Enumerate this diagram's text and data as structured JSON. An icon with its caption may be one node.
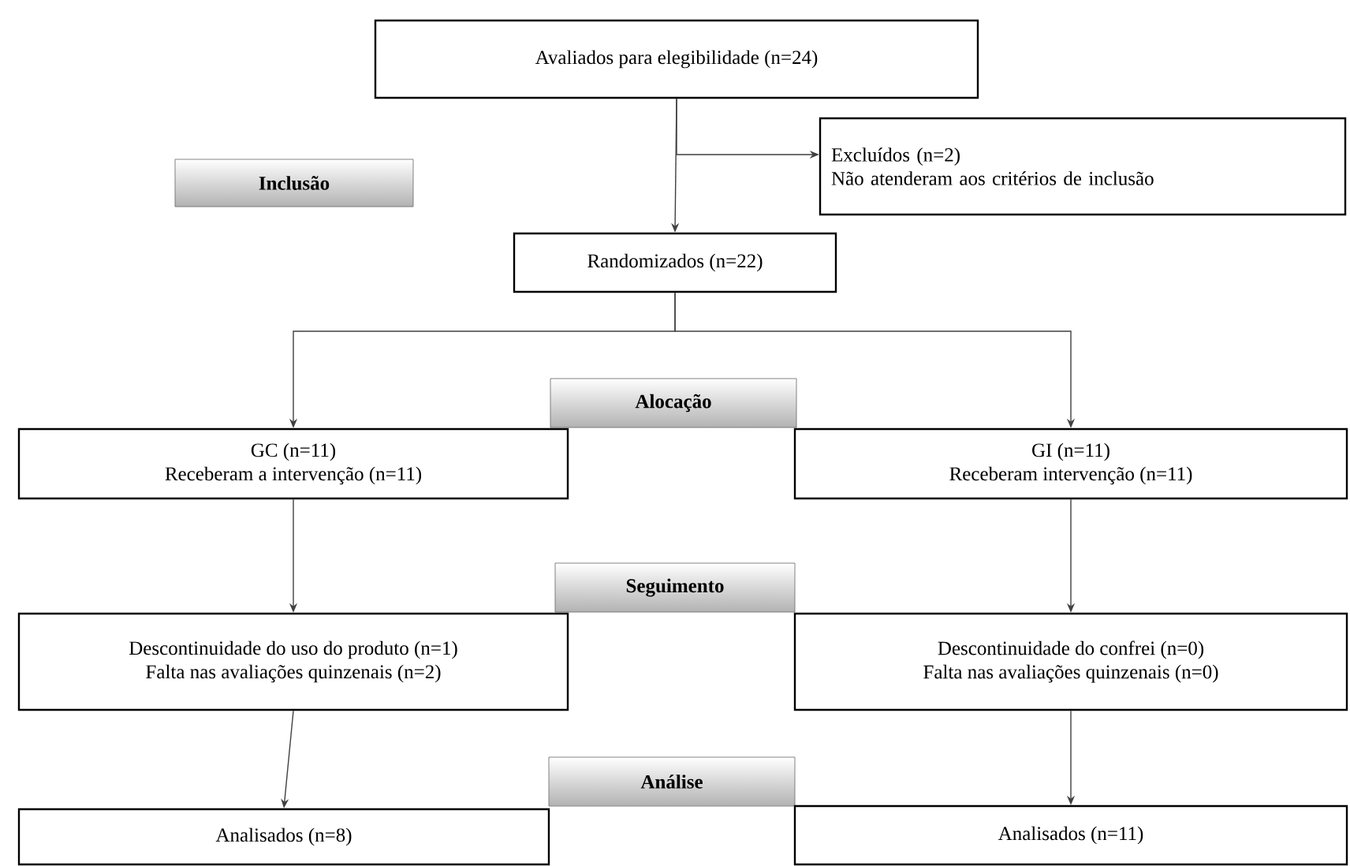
{
  "diagram": {
    "nodes": [
      {
        "text": [
          "Avaliados para elegibilidade (n=24)"
        ]
      },
      {
        "text": [
          "Inclusão"
        ]
      },
      {
        "text": [
          "Excluídos  (n=2)",
          "Não atenderam aos critérios de inclusão"
        ]
      },
      {
        "text": [
          "Randomizados (n=22)"
        ]
      },
      {
        "text": [
          "Alocação"
        ]
      },
      {
        "text": [
          "GC  (n=11)",
          "Receberam a intervenção (n=11)"
        ]
      },
      {
        "text": [
          "GI  (n=11)",
          "Receberam intervenção (n=11)"
        ]
      },
      {
        "text": [
          "Seguimento"
        ]
      },
      {
        "text": [
          "Descontinuidade do uso do produto (n=1)",
          "Falta nas avaliações quinzenais (n=2)"
        ]
      },
      {
        "text": [
          "Descontinuidade do confrei (n=0)",
          "Falta nas avaliações quinzenais (n=0)"
        ]
      },
      {
        "text": [
          "Análise"
        ]
      },
      {
        "text": [
          "Analisados (n=8)"
        ]
      },
      {
        "text": [
          "Analisados (n=11)"
        ]
      }
    ],
    "edges": [
      {
        "from": 0,
        "to": 3,
        "arrow": "to"
      },
      {
        "from": 0,
        "to": 2,
        "arrow": "to"
      },
      {
        "from": 3,
        "to": 5,
        "arrow": "to"
      },
      {
        "from": 3,
        "to": 6,
        "arrow": "to"
      },
      {
        "from": 5,
        "to": 8,
        "arrow": "to"
      },
      {
        "from": 6,
        "to": 9,
        "arrow": "to"
      },
      {
        "from": 8,
        "to": 11,
        "arrow": "to"
      },
      {
        "from": 9,
        "to": 12,
        "arrow": "to"
      }
    ]
  }
}
